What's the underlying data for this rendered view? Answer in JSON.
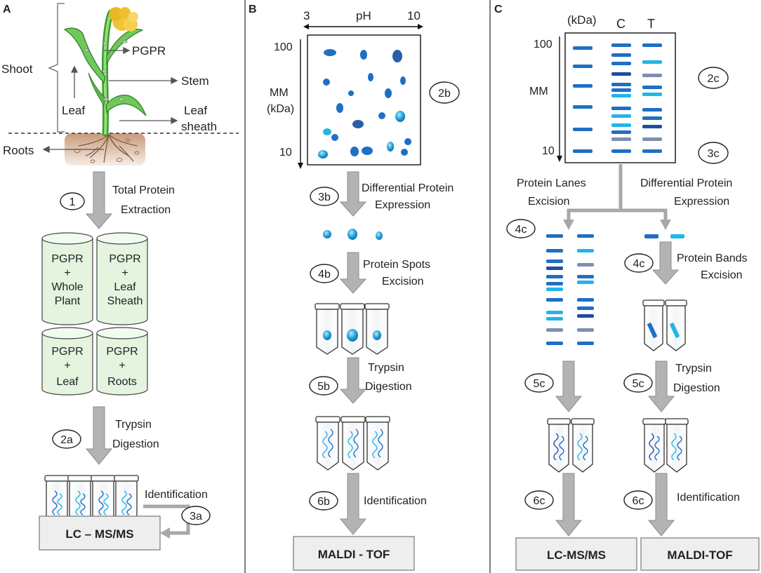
{
  "panels": {
    "a": {
      "letter": "A",
      "shoot": "Shoot",
      "pgpr": "PGPR",
      "stem": "Stem",
      "leaf": "Leaf",
      "leaf_sheath_1": "Leaf",
      "leaf_sheath_2": "sheath",
      "roots": "Roots",
      "step1": "1",
      "step1_text_1": "Total Protein",
      "step1_text_2": "Extraction",
      "cyl1": [
        "PGPR",
        "+",
        "Whole",
        "Plant"
      ],
      "cyl2": [
        "PGPR",
        "+",
        "Leaf",
        "Sheath"
      ],
      "cyl3": [
        "PGPR",
        "+",
        "Leaf"
      ],
      "cyl4": [
        "PGPR",
        "+",
        "Roots"
      ],
      "step2a": "2a",
      "step2a_text_1": "Trypsin",
      "step2a_text_2": "Digestion",
      "identification": "Identification",
      "step3a": "3a",
      "result": "LC – MS/MS"
    },
    "b": {
      "letter": "B",
      "ph_low": "3",
      "ph_label": "pH",
      "ph_high": "10",
      "mm_high": "100",
      "mm_label_1": "MM",
      "mm_label_2": "(kDa)",
      "mm_low": "10",
      "step2b": "2b",
      "step3b": "3b",
      "step3b_text_1": "Differential Protein",
      "step3b_text_2": "Expression",
      "step4b": "4b",
      "step4b_text_1": "Protein Spots",
      "step4b_text_2": "Excision",
      "step5b": "5b",
      "step5b_text_1": "Trypsin",
      "step5b_text_2": "Digestion",
      "step6b": "6b",
      "step6b_text": "Identification",
      "result": "MALDI - TOF"
    },
    "c": {
      "letter": "C",
      "kda": "(kDa)",
      "lane_c": "C",
      "lane_t": "T",
      "mm_high": "100",
      "mm_label": "MM",
      "mm_low": "10",
      "step2c": "2c",
      "step3c": "3c",
      "left_text_1": "Protein Lanes",
      "left_text_2": "Excision",
      "right_text_1": "Differential Protein",
      "right_text_2": "Expression",
      "step4c_left": "4c",
      "step4c_right": "4c",
      "right4_text_1": "Protein Bands",
      "right4_text_2": "Excision",
      "step5c_left": "5c",
      "step5c_right": "5c",
      "step5c_text_1": "Trypsin",
      "step5c_text_2": "Digestion",
      "step6c_left": "6c",
      "step6c_right": "6c",
      "step6c_text": "Identification",
      "result_left": "LC-MS/MS",
      "result_right": "MALDI-TOF"
    }
  },
  "colors": {
    "arrow": "#b3b3b3",
    "arrow_stroke": "#8c8c8c",
    "cylinder": "#e4f4df",
    "result_box": "#eeeeee",
    "band_dark": "#1f4e9e",
    "band_mid": "#1f6fc4",
    "band_light": "#22b5e8"
  }
}
